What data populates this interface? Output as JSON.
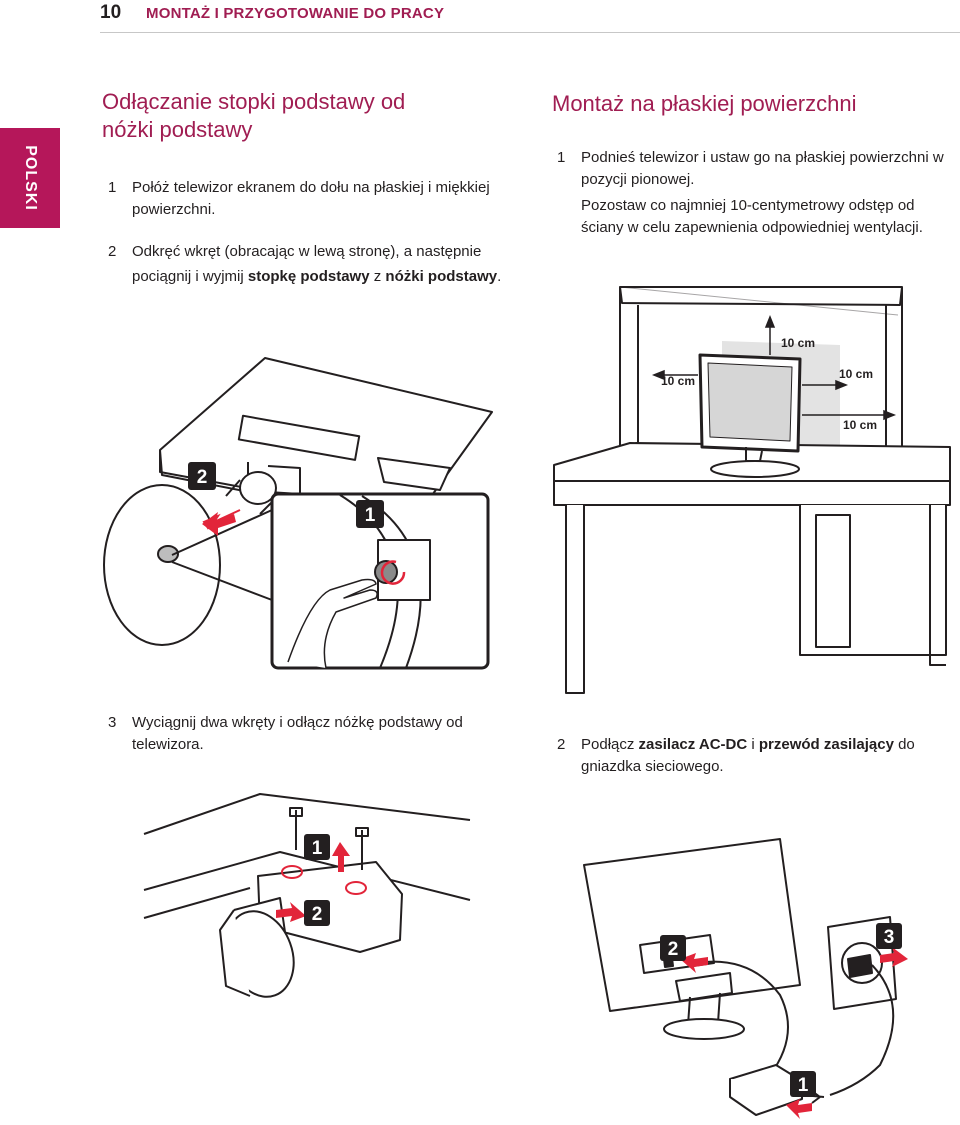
{
  "header": {
    "page_number": "10",
    "title": "MONTAŻ I PRZYGOTOWANIE DO PRACY"
  },
  "language_tab": "POLSKI",
  "left": {
    "title_line1": "Odłączanie stopki podstawy od",
    "title_line2": "nóżki podstawy",
    "steps": [
      {
        "num": "1",
        "text": "Połóż telewizor ekranem do dołu na płaskiej i miękkiej powierzchni."
      },
      {
        "num": "2",
        "text_a": "Odkręć wkręt (obracając w lewą stronę), a następnie pociągnij i wyjmij ",
        "bold_a": "stopkę podstawy",
        "text_b": " z ",
        "bold_b": "nóżki podstawy",
        "text_c": "."
      },
      {
        "num": "3",
        "text": "Wyciągnij dwa wkręty i odłącz nóżkę podstawy od telewizora."
      }
    ]
  },
  "right": {
    "title": "Montaż na płaskiej powierzchni",
    "steps": [
      {
        "num": "1",
        "para1": "Podnieś telewizor i ustaw go na płaskiej powierzchni w pozycji pionowej.",
        "para2": "Pozostaw co najmniej 10-centymetrowy odstęp od ściany w celu zapewnienia odpowiedniej wentylacji."
      },
      {
        "num": "2",
        "text_a": "Podłącz ",
        "bold_a": "zasilacz AC-DC",
        "text_b": " i ",
        "bold_b": "przewód zasilający",
        "text_c": " do gniazdka sieciowego."
      }
    ]
  },
  "figures": {
    "stand_removal": {
      "badges": [
        "2",
        "1"
      ]
    },
    "clearance": {
      "top": "10 cm",
      "left": "10 cm",
      "right": "10 cm",
      "back": "10 cm"
    },
    "screws": {
      "badges": [
        "1",
        "2"
      ]
    },
    "power": {
      "badges": [
        "2",
        "3",
        "1"
      ]
    }
  },
  "colors": {
    "accent": "#a01d52",
    "tab": "#b5175a",
    "badge": "#231f20",
    "arrow": "#e2253a",
    "text": "#231f20"
  }
}
